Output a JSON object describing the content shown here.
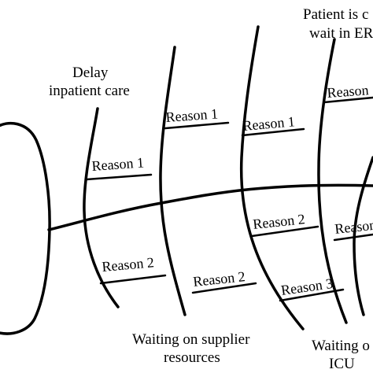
{
  "diagram": {
    "type": "fishbone",
    "categories": [
      {
        "caption": [
          "Delay",
          "inpatient care"
        ],
        "reasons": [
          "Reason 1",
          "Reason 2"
        ]
      },
      {
        "caption": [],
        "reasons": [
          "Reason 1",
          "Reason 2"
        ]
      },
      {
        "caption": [
          "Waiting on supplier",
          "resources"
        ],
        "reasons": [
          "Reason 1",
          "Reason 2",
          "Reason 3"
        ]
      },
      {
        "caption": [
          "Patient is c",
          "wait in ER"
        ],
        "reasons": [
          "Reason",
          "Reason"
        ]
      },
      {
        "caption": [
          "Waiting o",
          "ICU"
        ],
        "reasons": []
      }
    ]
  }
}
